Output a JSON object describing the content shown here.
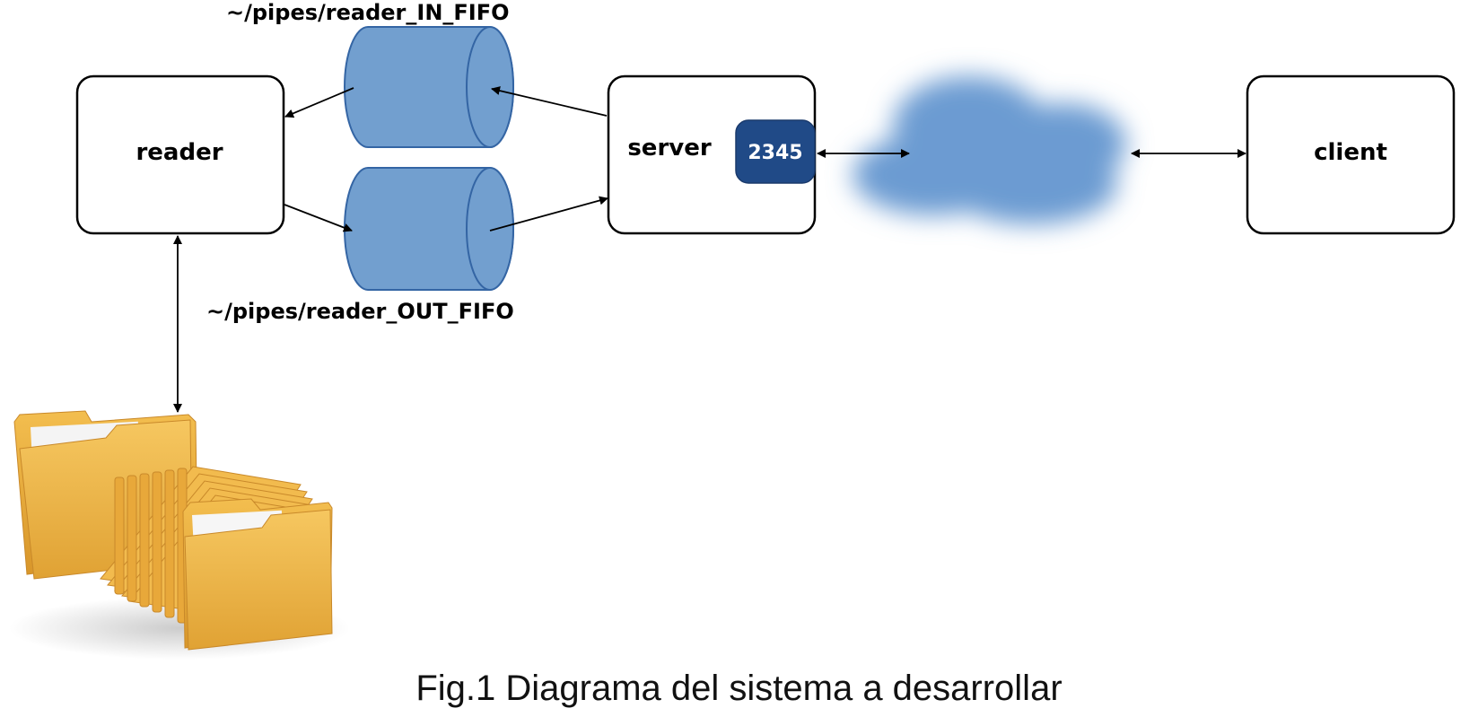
{
  "nodes": {
    "reader": "reader",
    "server": "server",
    "client": "client",
    "port": "2345"
  },
  "fifos": {
    "in": "~/pipes/reader_IN_FIFO",
    "out": "~/pipes/reader_OUT_FIFO"
  },
  "icons": {
    "cloud": "cloud-icon",
    "folders": "file-folders-icon"
  },
  "colors": {
    "fifo_fill": "#729fcf",
    "fifo_stroke": "#3465a4",
    "port_fill": "#204a87",
    "cloud": "#6c9bd2",
    "folder": "#f0b642"
  },
  "caption": "Fig.1 Diagrama del sistema a desarrollar"
}
